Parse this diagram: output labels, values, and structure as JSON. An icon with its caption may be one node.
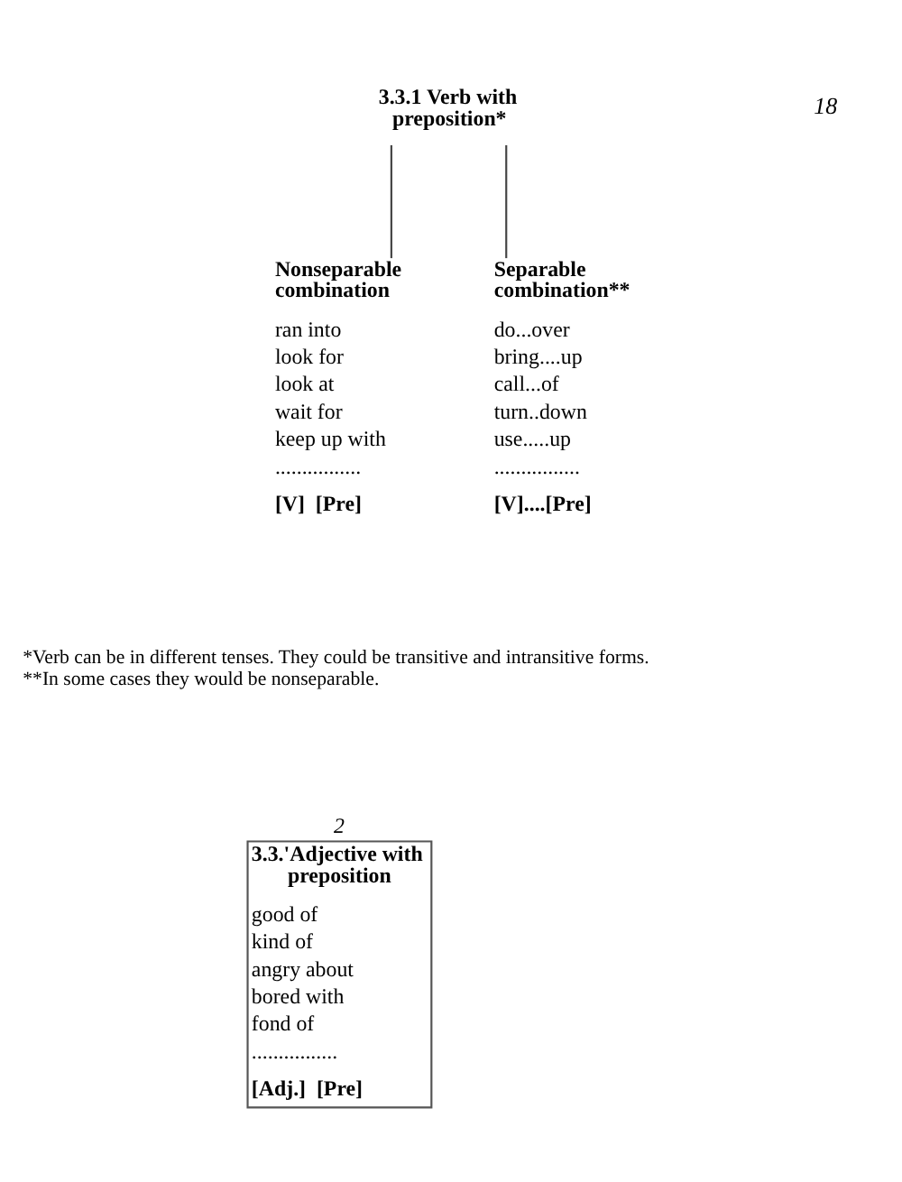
{
  "diagram": {
    "nodes": [
      {
        "text": [
          "3.3.1 Verb with preposition*"
        ]
      },
      {
        "text": [
          "Nonseparable combination",
          "ran into",
          "look for",
          "look at",
          "wait for",
          "keep up with",
          "................",
          "[V]  [Pre]"
        ]
      },
      {
        "text": [
          "Separable combination**",
          "do...over",
          "bring....up",
          "call...of",
          "turn..down",
          "use.....up",
          "................",
          "[V]....[Pre]"
        ]
      },
      {
        "text": [
          "3.3.'Adjective with preposition",
          "good of",
          "kind of",
          "angry about",
          "bored with",
          "fond of",
          "................",
          "[Adj.]  [Pre]"
        ],
        "beside": [
          "2"
        ]
      }
    ],
    "edges": [
      {
        "from": 0,
        "to": 1,
        "arrow": "none"
      },
      {
        "from": 0,
        "to": 2,
        "arrow": "none"
      }
    ],
    "labels": [
      "18",
      "*Verb can be in different tenses. They could be transitive and intransitive forms.",
      "**In some cases they would be nonseparable."
    ]
  }
}
